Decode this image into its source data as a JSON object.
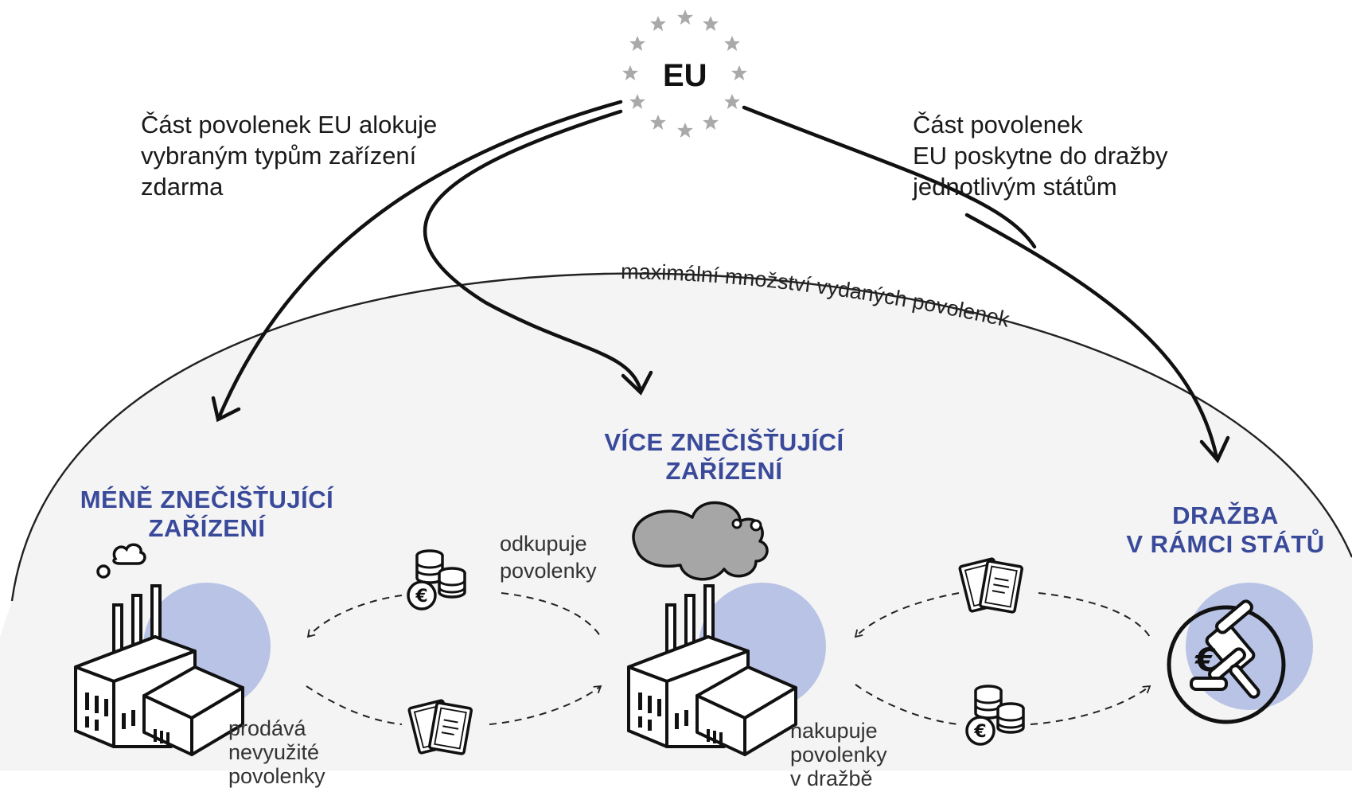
{
  "eu": {
    "label": "EU"
  },
  "notes": {
    "free_allocation": "Část povolenek EU alokuje\nvybraným typům zařízení\nzdarma",
    "auction_allocation": "Část povolenek\nEU poskytne do dražby\njednotlivým státům",
    "cap": "maximální množství vydaných povolenek"
  },
  "actors": {
    "less_polluting": "MÉNĚ ZNEČIŠŤUJÍCÍ\nZAŘÍZENÍ",
    "more_polluting": "VÍCE ZNEČIŠŤUJÍCÍ\nZAŘÍZENÍ",
    "auction": "DRAŽBA\nV RÁMCI STÁTŮ"
  },
  "flows": {
    "buys_back": "odkupuje\npovolenky",
    "sells_unused": "prodává\nnevyužité\npovolenky",
    "buys_in_auction": "nakupuje\npovolenky\nv dražbě"
  },
  "colors": {
    "accent_circle": "#b8c3e6",
    "title_text": "#3a4a9a",
    "dome_fill": "#f4f4f4",
    "stars": "#a9a9a9",
    "smoke": "#a6a6a6"
  },
  "icons": [
    "star-icon",
    "factory-icon",
    "smoke-cloud-icon",
    "coins-euro-icon",
    "certificates-icon",
    "gavel-icon",
    "euro-icon"
  ]
}
